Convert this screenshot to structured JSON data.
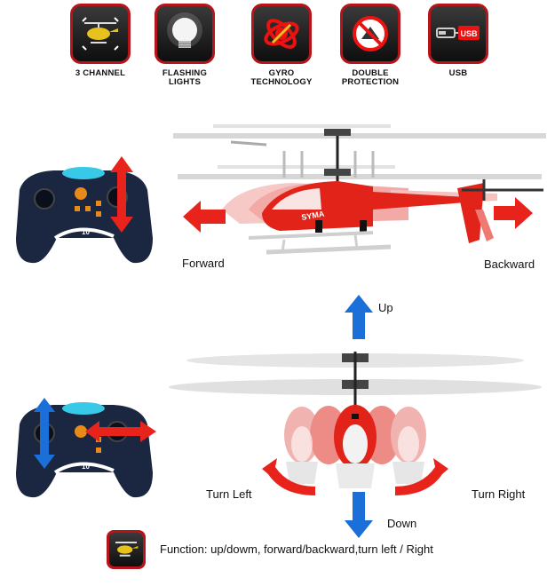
{
  "features": [
    {
      "label": "3 CHANNEL",
      "icon": "helicopter-icon"
    },
    {
      "label": "FLASHING\nLIGHTS",
      "icon": "light-bulb-icon"
    },
    {
      "label": "GYRO\nTECHNOLOGY",
      "icon": "gyro-icon"
    },
    {
      "label": "DOUBLE\nPROTECTION",
      "icon": "shield-no-icon"
    },
    {
      "label": "USB",
      "icon": "usb-cable-icon"
    }
  ],
  "section1": {
    "forward": "Forward",
    "backward": "Backward"
  },
  "section2": {
    "up": "Up",
    "down": "Down",
    "turn_left": "Turn Left",
    "turn_right": "Turn Right"
  },
  "brand": "SYMA",
  "remote_number": "10",
  "usb_tag": "USB",
  "footer": {
    "text": "Function: up/dowm, forward/backward,turn left / Right",
    "icon": "helicopter-icon"
  },
  "colors": {
    "accent_red": "#b5141b",
    "arrow_red": "#e8231c",
    "arrow_blue": "#1a6fd8",
    "tile_dark": "#1a1a1a"
  }
}
